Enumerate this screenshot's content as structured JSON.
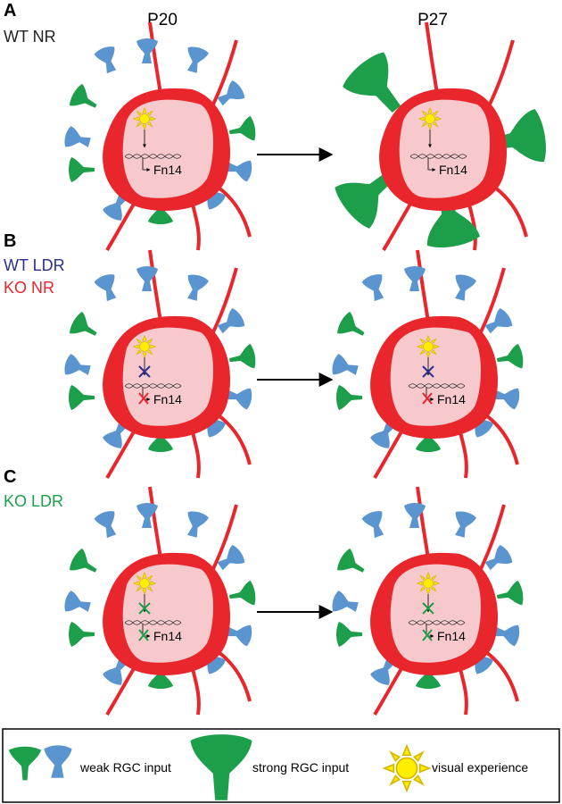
{
  "columns": {
    "left": "P20",
    "right": "P27"
  },
  "panels": [
    {
      "letter": "A",
      "conditions": [
        {
          "text": "WT NR",
          "color": "#222222"
        }
      ]
    },
    {
      "letter": "B",
      "conditions": [
        {
          "text": "WT LDR",
          "color": "#2b2f8f"
        },
        {
          "text": "KO NR",
          "color": "#e8262b"
        }
      ]
    },
    {
      "letter": "C",
      "conditions": [
        {
          "text": "KO LDR",
          "color": "#1d9e4a"
        }
      ]
    }
  ],
  "gene": "Fn14",
  "legend": {
    "weak": "weak RGC input",
    "strong": "strong RGC input",
    "visual": "visual experience"
  },
  "colors": {
    "cell": "#e8262b",
    "nucleus": "#f7c9cc",
    "green_input": "#1d9e4a",
    "blue_input": "#5b95cf",
    "sun": "#ffee00",
    "sun_stroke": "#d4b800",
    "block_wt_ldr": "#2b2f8f",
    "block_ko": "#e8262b",
    "block_ko_ldr": "#1d9e4a"
  }
}
